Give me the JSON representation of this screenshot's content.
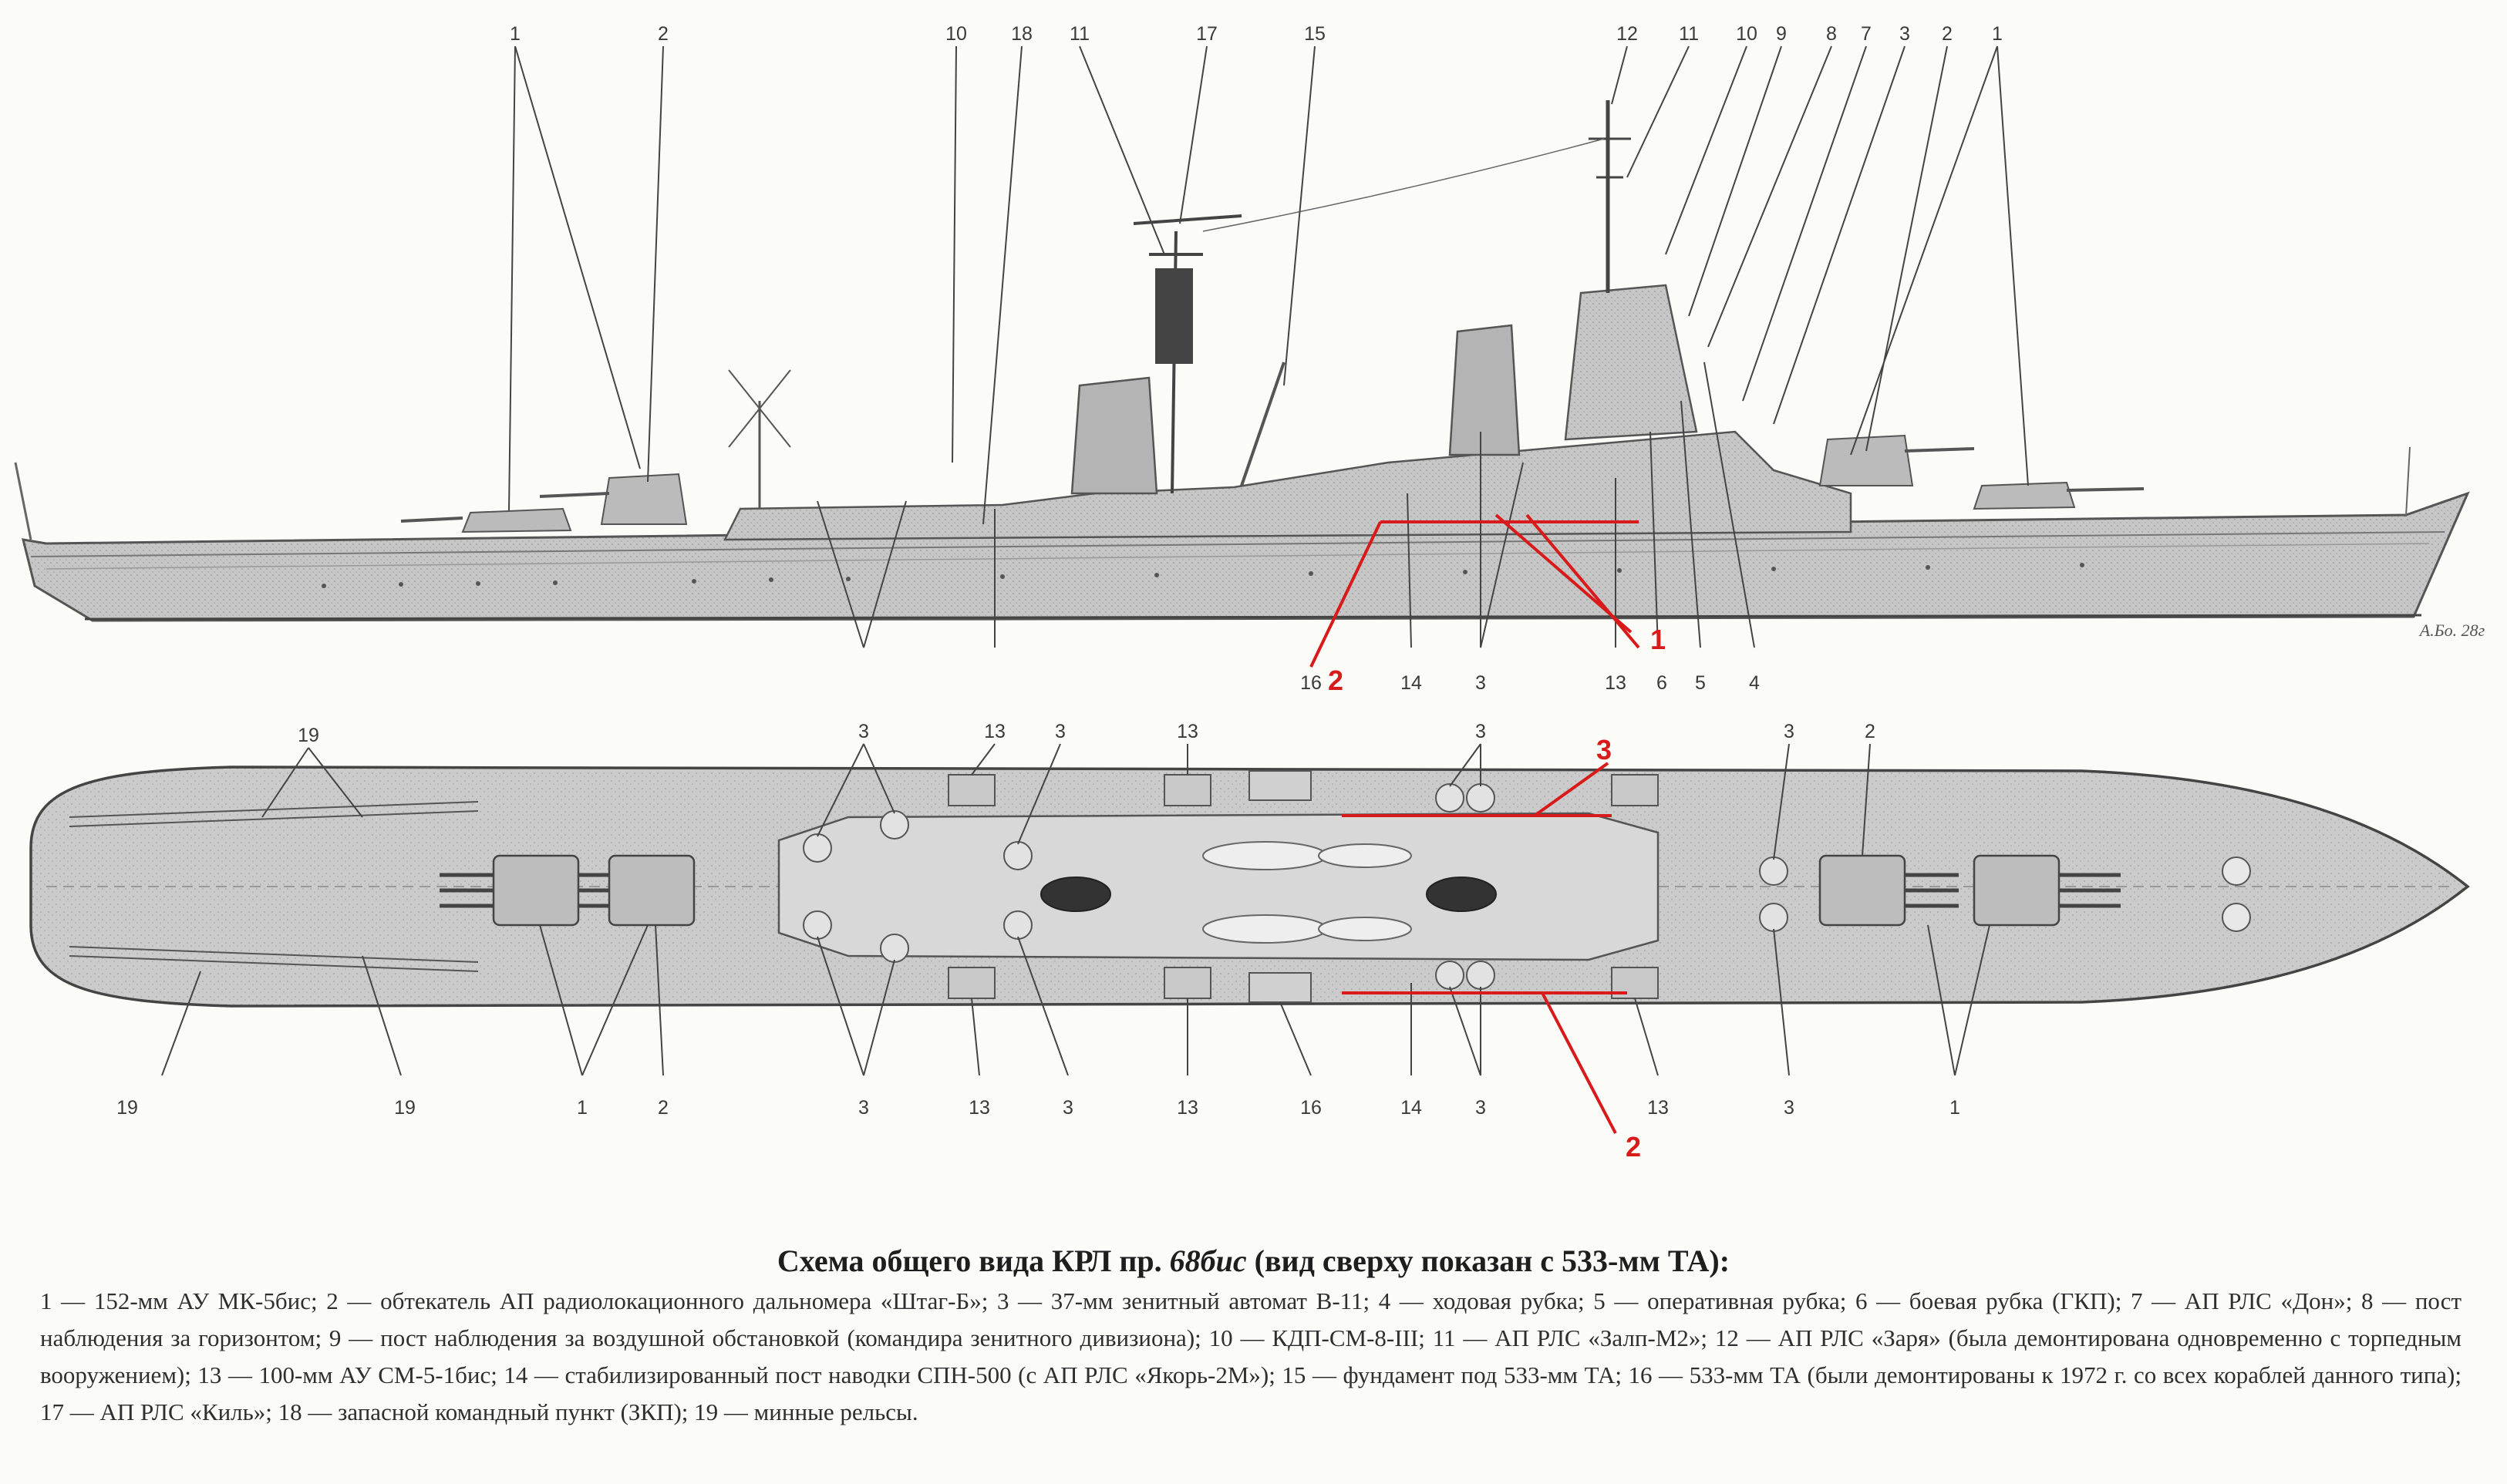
{
  "caption": {
    "title_a": "Схема общего вида КРЛ пр. ",
    "title_b": "68бис",
    "title_c": " (вид сверху показан с 533-мм ТА):",
    "legend": "1 — 152-мм АУ МК-5бис; 2 — обтекатель АП радиолокационного дальномера «Штаг-Б»; 3 — 37-мм зенитный автомат В-11; 4 — ходовая рубка; 5 — оперативная рубка; 6 — боевая рубка (ГКП); 7 — АП РЛС «Дон»; 8 — пост наблюдения за горизонтом; 9 — пост наблюдения за воздушной обстановкой (командира зенитного дивизиона); 10 — КДП-СМ-8-III; 11 — АП РЛС «Залп-М2»; 12 — АП РЛС «Заря» (была демонтирована одновременно с торпедным вооружением); 13 — 100-мм АУ СМ-5-1бис; 14 — стабилизированный пост наводки СПН-500 (с АП РЛС «Якорь-2М»); 15 — фундамент под 533-мм ТА; 16 — 533-мм ТА (были демонтированы к 1972 г. со всех кораблей данного типа); 17 — АП РЛС «Киль»; 18 — запасной командный пункт (ЗКП); 19 — минные рельсы."
  },
  "profile": {
    "top_labels": [
      "1",
      "2",
      "10",
      "18",
      "11",
      "17",
      "15",
      "12",
      "11",
      "10",
      "9",
      "8",
      "7",
      "3",
      "2",
      "1"
    ],
    "mid_labels": [
      "16",
      "14",
      "3",
      "13",
      "6",
      "5",
      "4"
    ]
  },
  "plan": {
    "top_labels": [
      "19",
      "3",
      "13",
      "3",
      "13",
      "3",
      "3",
      "2"
    ],
    "bottom_labels": [
      "19",
      "19",
      "1",
      "2",
      "3",
      "13",
      "3",
      "13",
      "16",
      "14",
      "3",
      "13",
      "3",
      "1"
    ]
  },
  "annotations": {
    "red_1": "1",
    "red_2_profile": "2",
    "red_3": "3",
    "red_2_plan": "2"
  },
  "signature": "А.Бо. 28г"
}
